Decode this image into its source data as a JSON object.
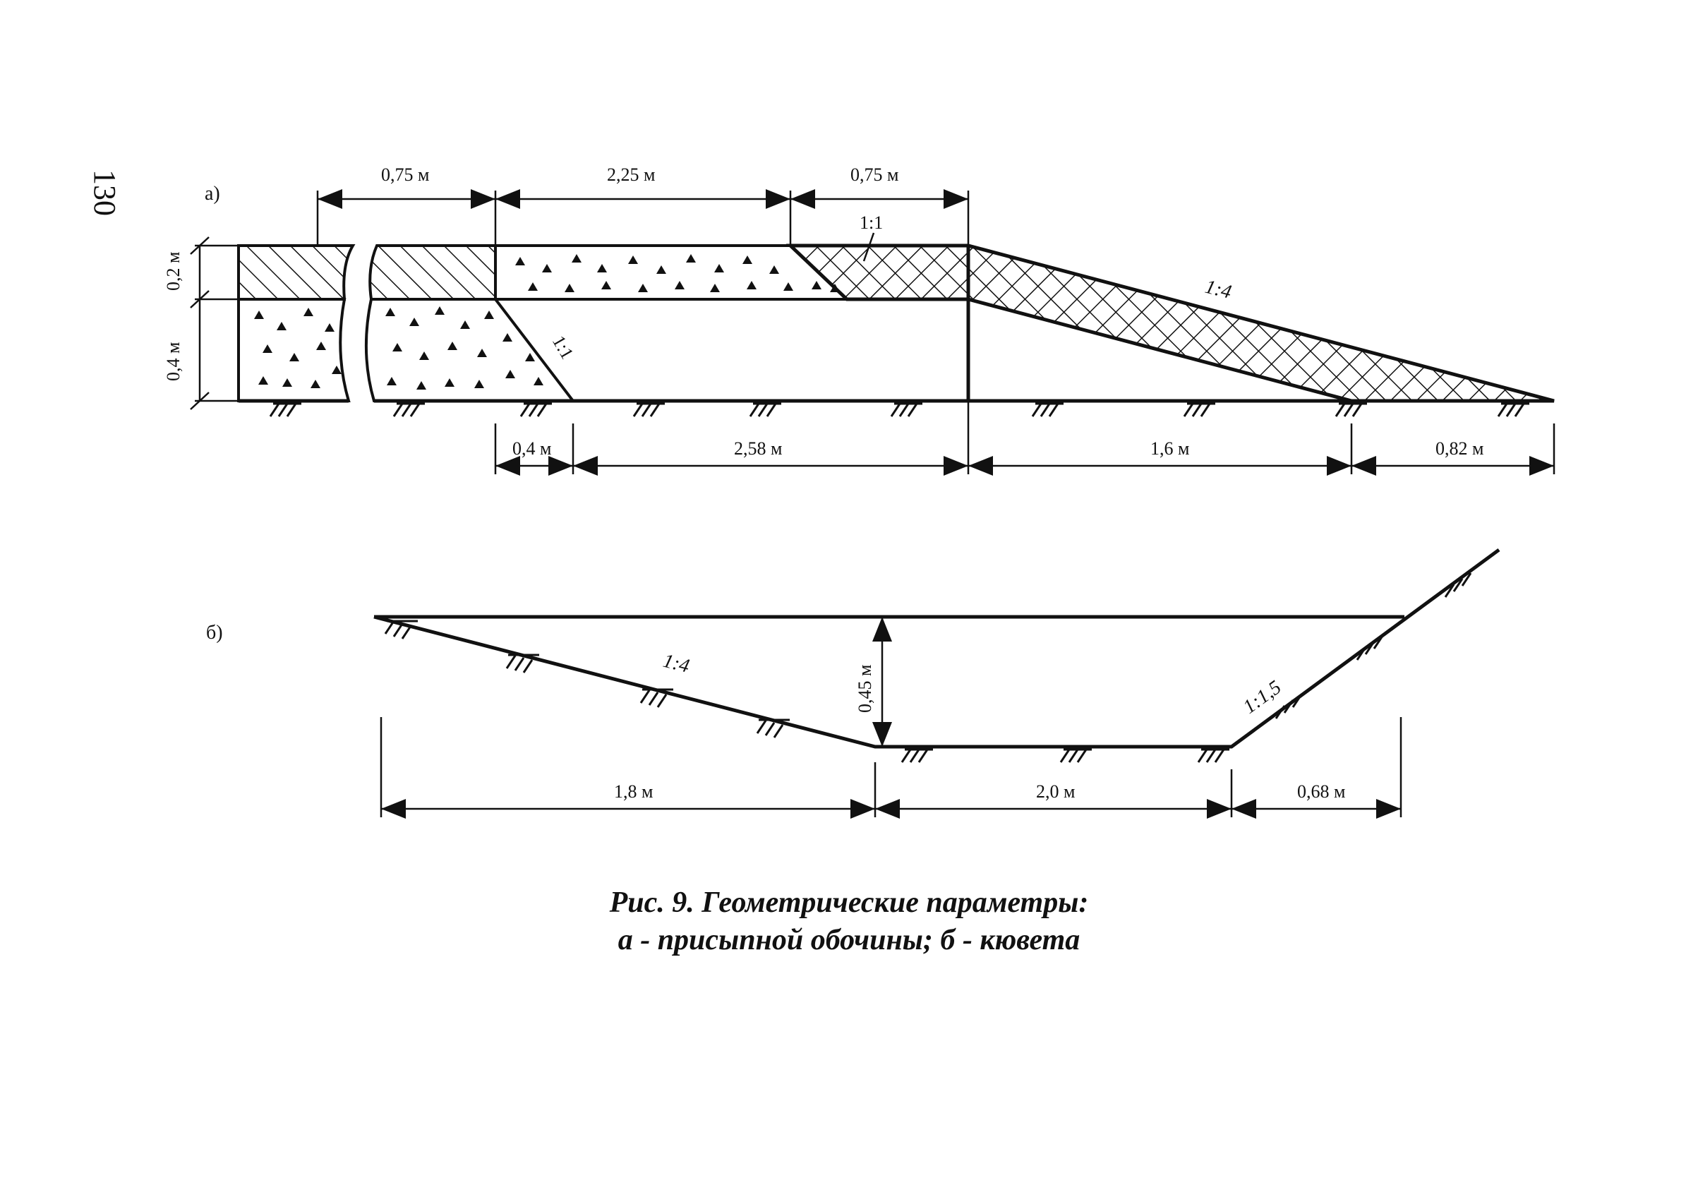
{
  "page_number": "130",
  "part_a": {
    "label": "а)",
    "dims_top": [
      "0,75 м",
      "2,25 м",
      "0,75 м"
    ],
    "dims_left": [
      "0,2 м",
      "0,4 м"
    ],
    "dims_bottom": [
      "0,4 м",
      "2,58 м",
      "1,6 м",
      "0,82 м"
    ],
    "slopes": [
      "1:1",
      "1:1",
      "1:4"
    ]
  },
  "part_b": {
    "label": "б)",
    "depth": "0,45 м",
    "dims_bottom": [
      "1,8 м",
      "2,0 м",
      "0,68 м"
    ],
    "slopes": [
      "1:4",
      "1:1,5"
    ]
  },
  "caption": {
    "line1": "Рис. 9. Геометрические параметры:",
    "line2": "а - присыпной обочины; б - кювета"
  }
}
